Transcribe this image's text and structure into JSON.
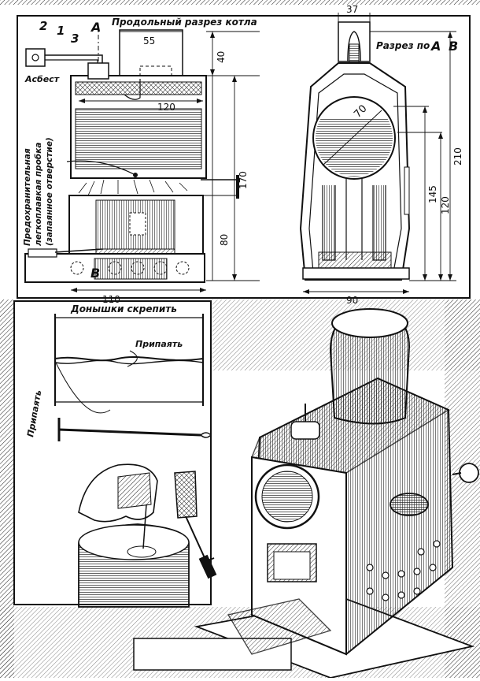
{
  "callouts": {
    "n1": "1",
    "n2": "2",
    "n3": "3",
    "a_top": "A",
    "b_bottom": "B"
  },
  "longitudinal_section": {
    "title": "Продольный разрез котла",
    "asbestos_label": "Асбест",
    "safety_plug_line1": "Предохранительная",
    "safety_plug_line2": "легкоплавкая пробка",
    "safety_plug_line3": "(запаянное отверстие)",
    "dim_55": "55",
    "dim_40": "40",
    "dim_120": "120",
    "dim_170": "170",
    "dim_80": "80",
    "dim_110": "110"
  },
  "cross_section": {
    "title": "Разрез по",
    "title_a": "A",
    "title_b": "B",
    "dim_37": "37",
    "dim_70": "70",
    "dim_210": "210",
    "dim_145": "145",
    "dim_120": "120",
    "dim_90": "90"
  },
  "assembly": {
    "bottoms_label": "Донышки скрепить",
    "solder_label_1": "Припаять",
    "solder_label_2": "Припаять"
  }
}
